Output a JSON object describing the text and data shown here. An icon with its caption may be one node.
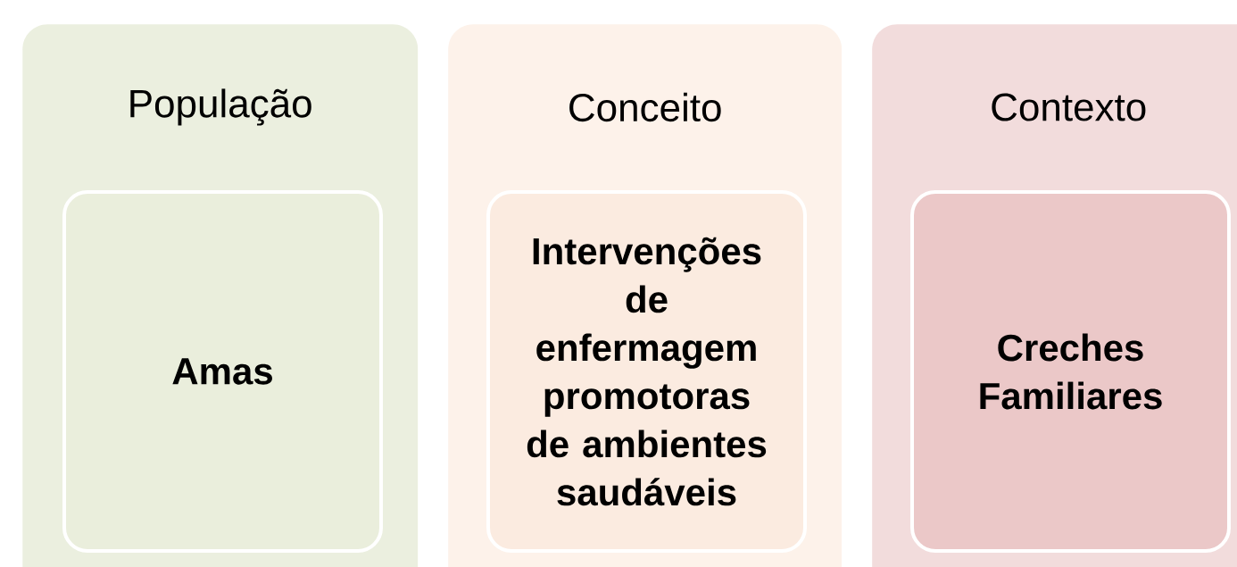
{
  "diagram": {
    "nodes": [
      {
        "text": [
          "População"
        ]
      },
      {
        "text": [
          "Amas"
        ],
        "in": 0
      },
      {
        "text": [
          "Conceito"
        ]
      },
      {
        "text": [
          "Intervenções de enfermagem promotoras de ambientes saudáveis"
        ],
        "in": 2
      },
      {
        "text": [
          "Contexto"
        ]
      },
      {
        "text": [
          "Creches Familiares"
        ],
        "in": 4
      }
    ]
  }
}
